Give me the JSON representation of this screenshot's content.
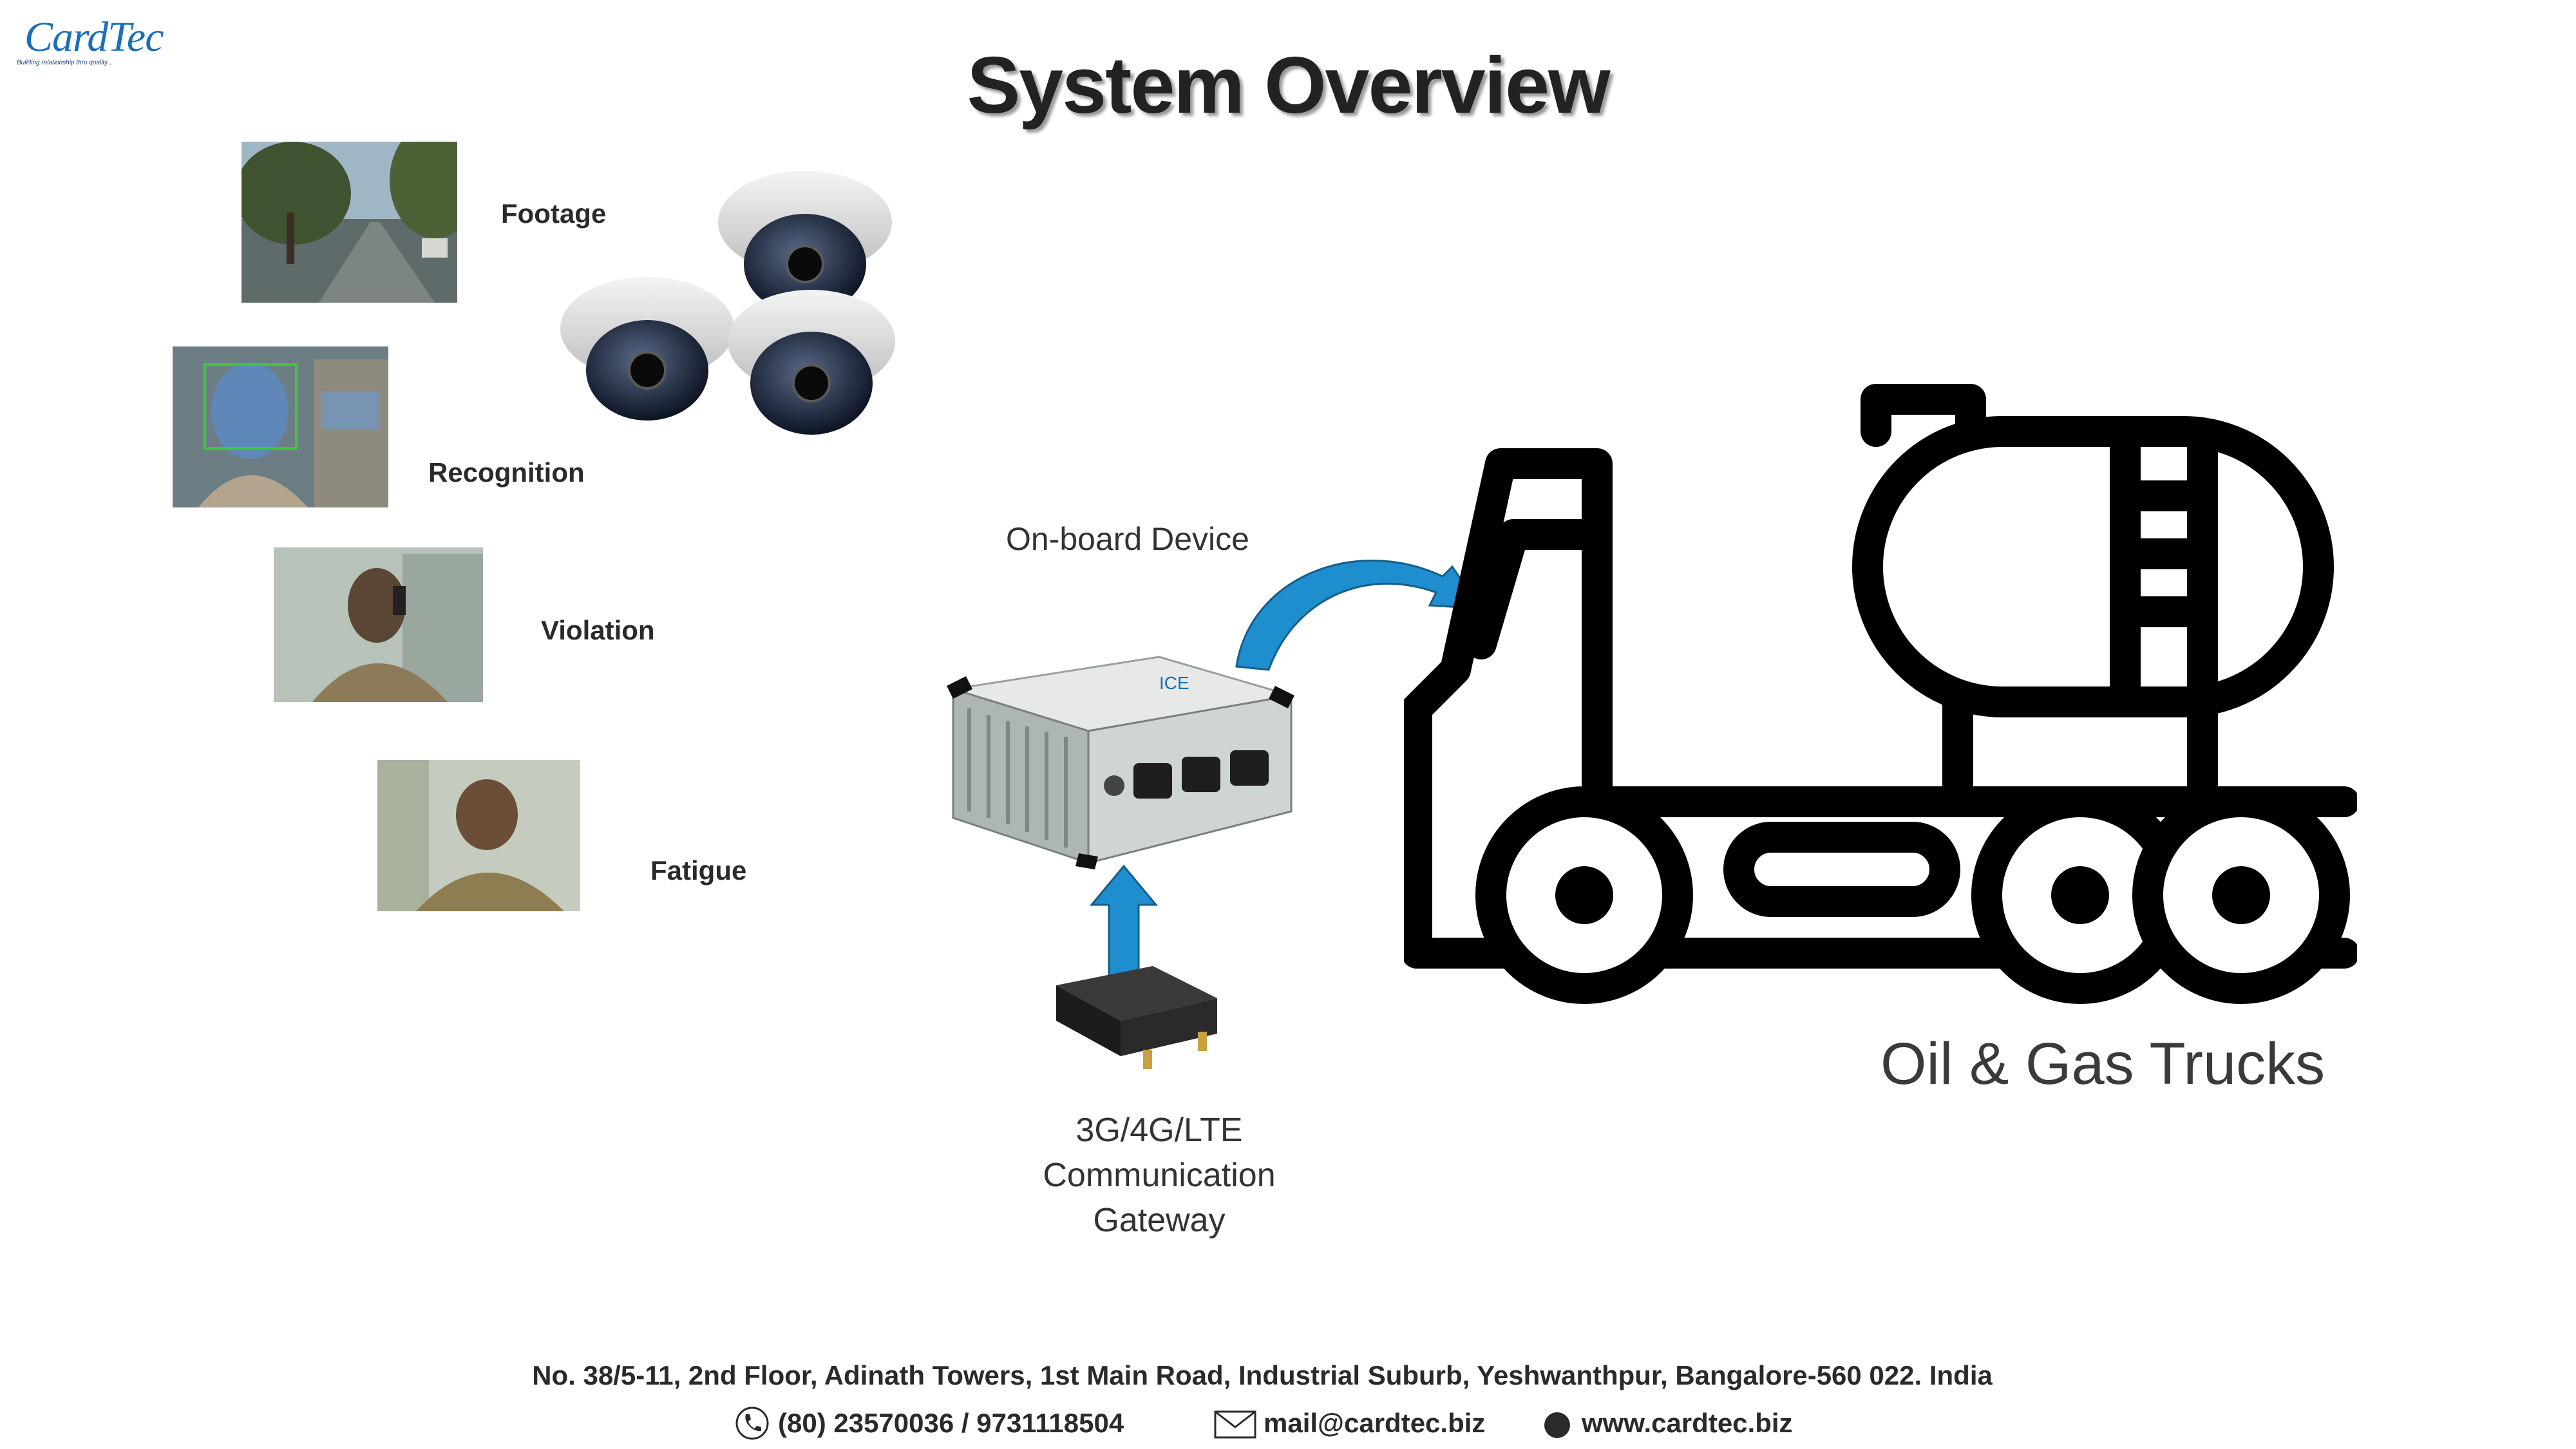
{
  "logo": {
    "name": "CardTec",
    "tagline": "Building relationship thru quality..."
  },
  "title": "System Overview",
  "thumbnails": [
    {
      "label": "Footage"
    },
    {
      "label": "Recognition"
    },
    {
      "label": "Violation"
    },
    {
      "label": "Fatigue"
    }
  ],
  "devices": {
    "onboard_label": "On-board Device",
    "gateway_lines": [
      "3G/4G/LTE",
      "Communication",
      "Gateway"
    ]
  },
  "trucks_label": "Oil & Gas Trucks",
  "footer": {
    "address": "No. 38/5-11, 2nd Floor, Adinath Towers, 1st Main Road, Industrial Suburb, Yeshwanthpur, Bangalore-560 022. India",
    "phone": "(80)  23570036 / 9731118504",
    "email": "mail@cardtec.biz",
    "website": "www.cardtec.biz"
  },
  "colors": {
    "accent_blue": "#1e8ecf",
    "logo_blue": "#1a6fb8",
    "truck": "#000000"
  },
  "icons": [
    "phone-icon",
    "mail-icon",
    "globe-icon"
  ]
}
